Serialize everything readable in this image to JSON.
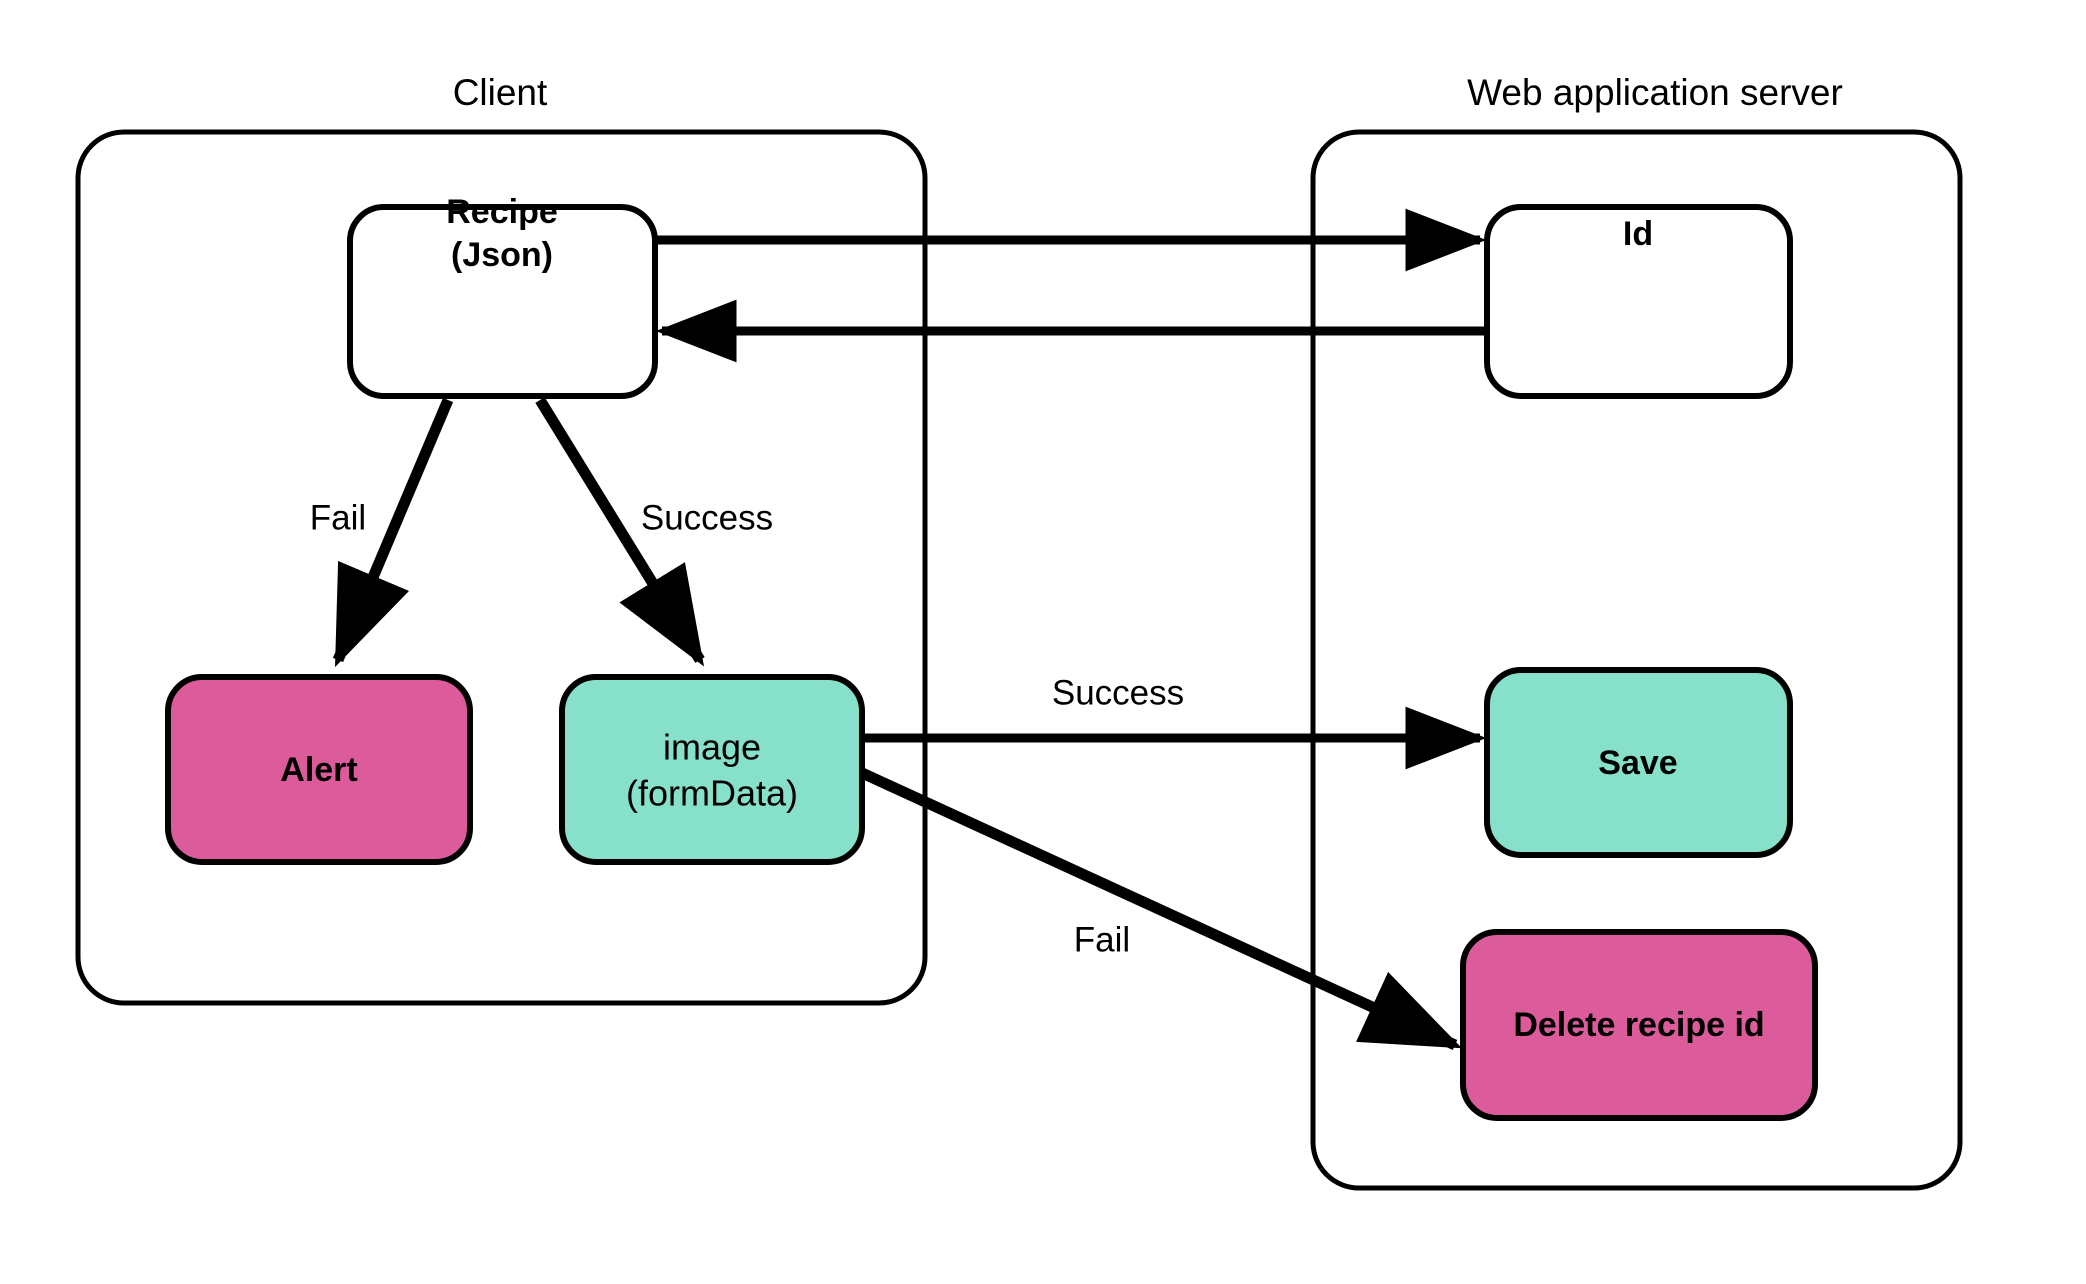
{
  "diagram": {
    "title_client": "Client",
    "title_server": "Web application server",
    "colors": {
      "pink": "#DC5C9B",
      "teal": "#87E0C9",
      "white": "#FFFFFF",
      "stroke": "#000000",
      "background": "#FFFFFF"
    },
    "groups": [
      {
        "id": "client",
        "label": "Client"
      },
      {
        "id": "server",
        "label": "Web application server"
      }
    ],
    "nodes": [
      {
        "id": "recipe",
        "label": "Recipe\n(Json)",
        "line1": "Recipe",
        "line2": "(Json)",
        "fill": "#FFFFFF",
        "group": "client"
      },
      {
        "id": "alert",
        "label": "Alert",
        "line1": "Alert",
        "line2": "",
        "fill": "#DC5C9B",
        "group": "client"
      },
      {
        "id": "image",
        "label": "image\n(formData)",
        "line1": "image",
        "line2": "(formData)",
        "fill": "#87E0C9",
        "group": "client"
      },
      {
        "id": "id",
        "label": "Id",
        "line1": "Id",
        "line2": "",
        "fill": "#FFFFFF",
        "group": "server"
      },
      {
        "id": "save",
        "label": "Save",
        "line1": "Save",
        "line2": "",
        "fill": "#87E0C9",
        "group": "server"
      },
      {
        "id": "delete",
        "label": "Delete recipe id",
        "line1": "Delete recipe id",
        "line2": "",
        "fill": "#DC5C9B",
        "group": "server"
      }
    ],
    "edges": [
      {
        "id": "recipe-to-id",
        "from": "recipe",
        "to": "id",
        "label": ""
      },
      {
        "id": "id-to-recipe",
        "from": "id",
        "to": "recipe",
        "label": ""
      },
      {
        "id": "recipe-to-alert",
        "from": "recipe",
        "to": "alert",
        "label": "Fail"
      },
      {
        "id": "recipe-to-image",
        "from": "recipe",
        "to": "image",
        "label": "Success"
      },
      {
        "id": "image-to-save",
        "from": "image",
        "to": "save",
        "label": "Success"
      },
      {
        "id": "image-to-delete",
        "from": "image",
        "to": "delete",
        "label": "Fail"
      }
    ],
    "edge_labels": {
      "fail_alert": "Fail",
      "success_image": "Success",
      "success_save": "Success",
      "fail_delete": "Fail"
    }
  }
}
